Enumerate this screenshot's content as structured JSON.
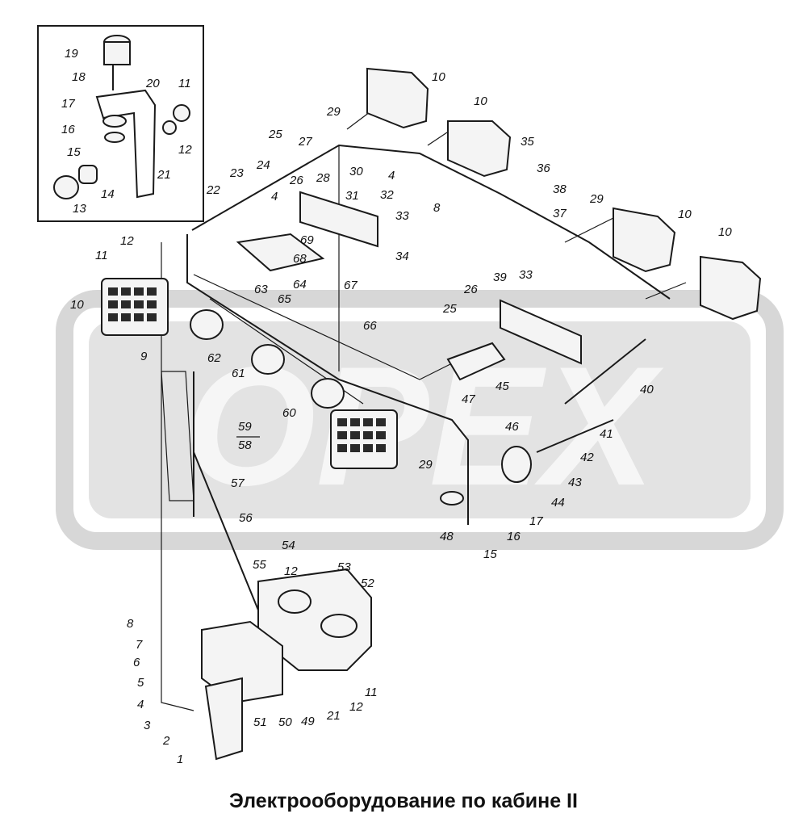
{
  "caption": "Электрооборудование по кабине II",
  "watermark": "OPEX",
  "colors": {
    "watermark": "#d7d7d7",
    "ink": "#1a1a1a"
  },
  "labels": [
    "19",
    "18",
    "20",
    "11",
    "17",
    "16",
    "12",
    "15",
    "21",
    "14",
    "13",
    "10",
    "29",
    "10",
    "25",
    "27",
    "30",
    "4",
    "35",
    "36",
    "38",
    "37",
    "10",
    "24",
    "23",
    "26",
    "28",
    "22",
    "31",
    "32",
    "33",
    "4",
    "8",
    "29",
    "10",
    "12",
    "11",
    "69",
    "68",
    "34",
    "67",
    "63",
    "64",
    "10",
    "65",
    "66",
    "39",
    "33",
    "26",
    "25",
    "9",
    "62",
    "61",
    "45",
    "60",
    "47",
    "46",
    "40",
    "41",
    "59",
    "58",
    "57",
    "42",
    "43",
    "29",
    "44",
    "17",
    "16",
    "56",
    "48",
    "15",
    "54",
    "53",
    "55",
    "12",
    "52",
    "8",
    "7",
    "6",
    "5",
    "4",
    "51",
    "50",
    "49",
    "21",
    "11",
    "12",
    "3",
    "2",
    "1"
  ]
}
